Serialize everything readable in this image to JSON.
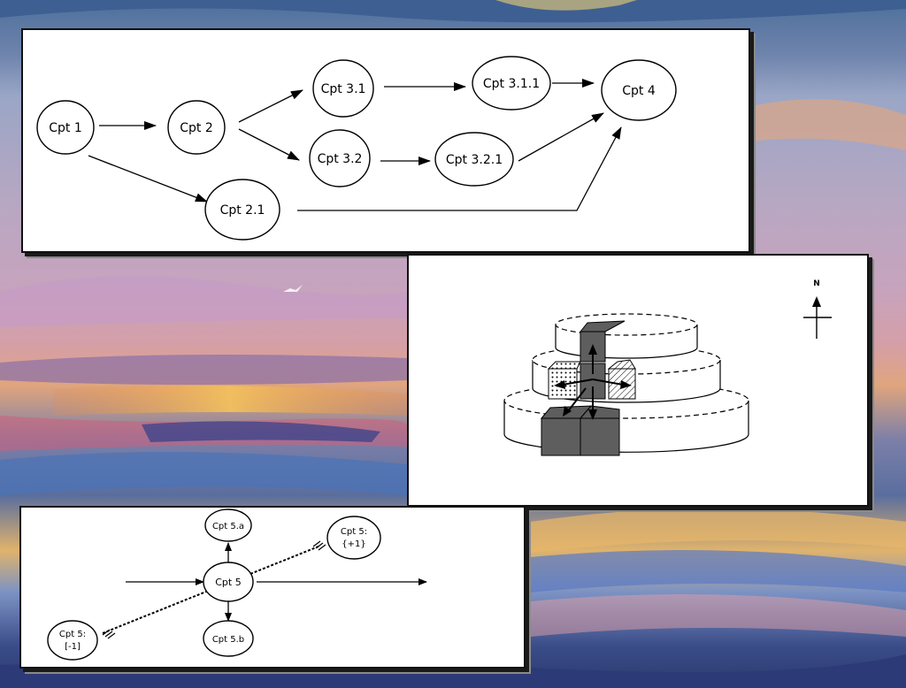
{
  "flow_diagram": {
    "nodes": {
      "cpt1": "Cpt 1",
      "cpt2": "Cpt 2",
      "cpt21": "Cpt 2.1",
      "cpt31": "Cpt 3.1",
      "cpt32": "Cpt 3.2",
      "cpt311": "Cpt 3.1.1",
      "cpt321": "Cpt 3.2.1",
      "cpt4": "Cpt 4"
    }
  },
  "stack_diagram": {
    "compass_label": "N"
  },
  "tradeoff_diagram": {
    "nodes": {
      "cpt5": "Cpt 5",
      "cpt5a": "Cpt 5.a",
      "cpt5b": "Cpt 5.b",
      "cpt5plus_line1": "Cpt 5:",
      "cpt5plus_line2": "{+1}",
      "cpt5minus_line1": "Cpt 5:",
      "cpt5minus_line2": "[-1]"
    }
  },
  "colors": {
    "panel_background": "#ffffff",
    "line": "#000000",
    "block_fill": "#5e5e5e"
  }
}
